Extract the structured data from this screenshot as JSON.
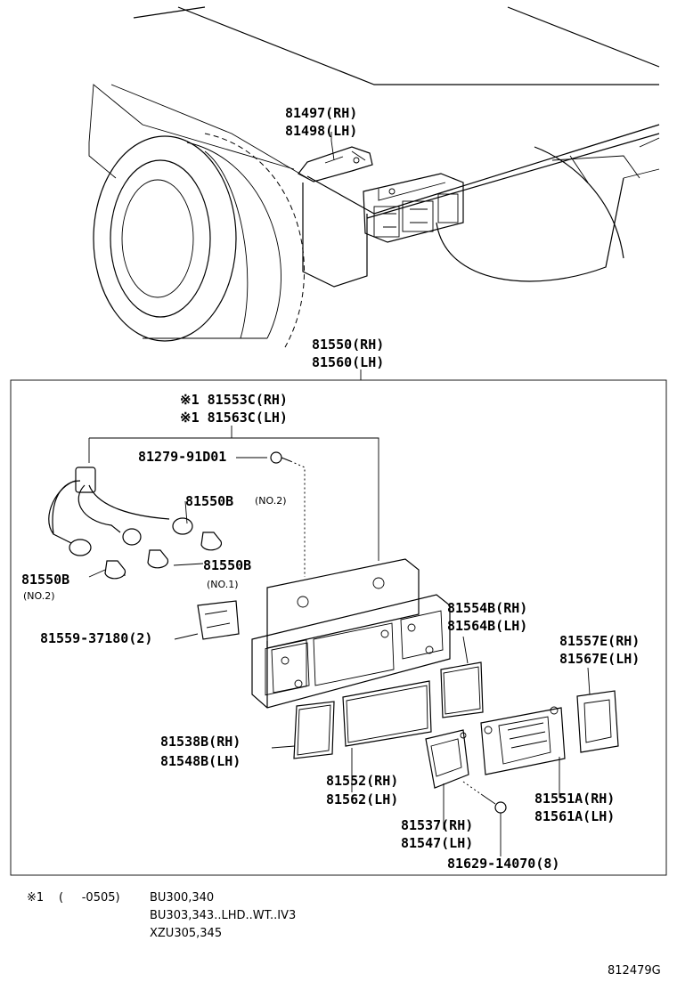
{
  "labels": {
    "p81497": "81497(RH)",
    "p81498": "81498(LH)",
    "p81550": "81550(RH)",
    "p81560": "81560(LH)",
    "p81553c": "※1 81553C(RH)",
    "p81563c": "※1 81563C(LH)",
    "p81279": "81279-91D01",
    "p81550b_a": "81550B",
    "p81550b_a_note": "(NO.2)",
    "p81550b_b": "81550B",
    "p81550b_b_note": "(NO.1)",
    "p81550b_c": "81550B",
    "p81550b_c_note": "(NO.2)",
    "p81559": "81559-37180(2)",
    "p81554b": "81554B(RH)",
    "p81564b": "81564B(LH)",
    "p81557e": "81557E(RH)",
    "p81567e": "81567E(LH)",
    "p81538b": "81538B(RH)",
    "p81548b": "81548B(LH)",
    "p81552": "81552(RH)",
    "p81562": "81562(LH)",
    "p81551a": "81551A(RH)",
    "p81561a": "81561A(LH)",
    "p81537": "81537(RH)",
    "p81547": "81547(LH)",
    "p81629": "81629-14070(8)"
  },
  "footnote": {
    "mark": "※1",
    "range": "(     -0505)",
    "line1": "BU300,340",
    "line2": "BU303,343..LHD..WT..IV3",
    "line3": "XZU305,345"
  },
  "diagram_id": "812479G"
}
